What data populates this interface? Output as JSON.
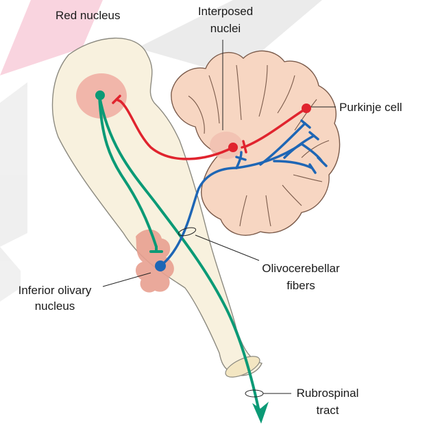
{
  "labels": {
    "red_nucleus": "Red nucleus",
    "interposed_line1": "Interposed",
    "interposed_line2": "nuclei",
    "purkinje": "Purkinje cell",
    "olivocerebellar_line1": "Olivocerebellar",
    "olivocerebellar_line2": "fibers",
    "inferior_olivary_line1": "Inferior olivary",
    "inferior_olivary_line2": "nucleus",
    "rubrospinal_line1": "Rubrospinal",
    "rubrospinal_line2": "tract"
  },
  "colors": {
    "brainstem": "#f8f1de",
    "cerebellum": "#f7d6c2",
    "nucleus_pink": "#f1b6aa",
    "olive": "#e8a090",
    "red_pathway": "#e0242e",
    "blue_pathway": "#1e66b5",
    "green_pathway": "#0b9a76",
    "watermark": "#e8e8e8",
    "watermark_pink": "#f5b8cc"
  }
}
